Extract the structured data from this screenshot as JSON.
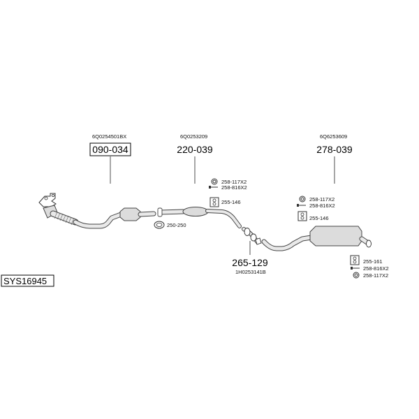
{
  "diagram_id": "SYS16945",
  "assemblies": [
    {
      "part_number": "090-034",
      "oe_number": "6Q0254501BX",
      "boxed": true
    },
    {
      "part_number": "220-039",
      "oe_number": "6Q0253209",
      "boxed": false
    },
    {
      "part_number": "278-039",
      "oe_number": "6Q6253609",
      "boxed": false
    },
    {
      "part_number": "265-129",
      "oe_number": "1H0253141B",
      "boxed": false
    }
  ],
  "fittings": [
    {
      "code": "258-117X2",
      "icon": "ring-clamp-icon"
    },
    {
      "code": "258-816X2",
      "icon": "bolt-icon"
    },
    {
      "code": "255-146",
      "icon": "rubber-hanger-icon"
    },
    {
      "code": "250-250",
      "icon": "gasket-ring-icon"
    },
    {
      "code": "258-117X2",
      "icon": "ring-clamp-icon"
    },
    {
      "code": "258-816X2",
      "icon": "bolt-icon"
    },
    {
      "code": "255-146",
      "icon": "rubber-hanger-icon"
    },
    {
      "code": "255-161",
      "icon": "rubber-hanger-icon"
    },
    {
      "code": "258-816X2",
      "icon": "bolt-icon"
    },
    {
      "code": "258-117X2",
      "icon": "ring-clamp-icon"
    }
  ],
  "colors": {
    "line": "#444444",
    "part_fill": "#dcdcdc",
    "text": "#000000"
  }
}
